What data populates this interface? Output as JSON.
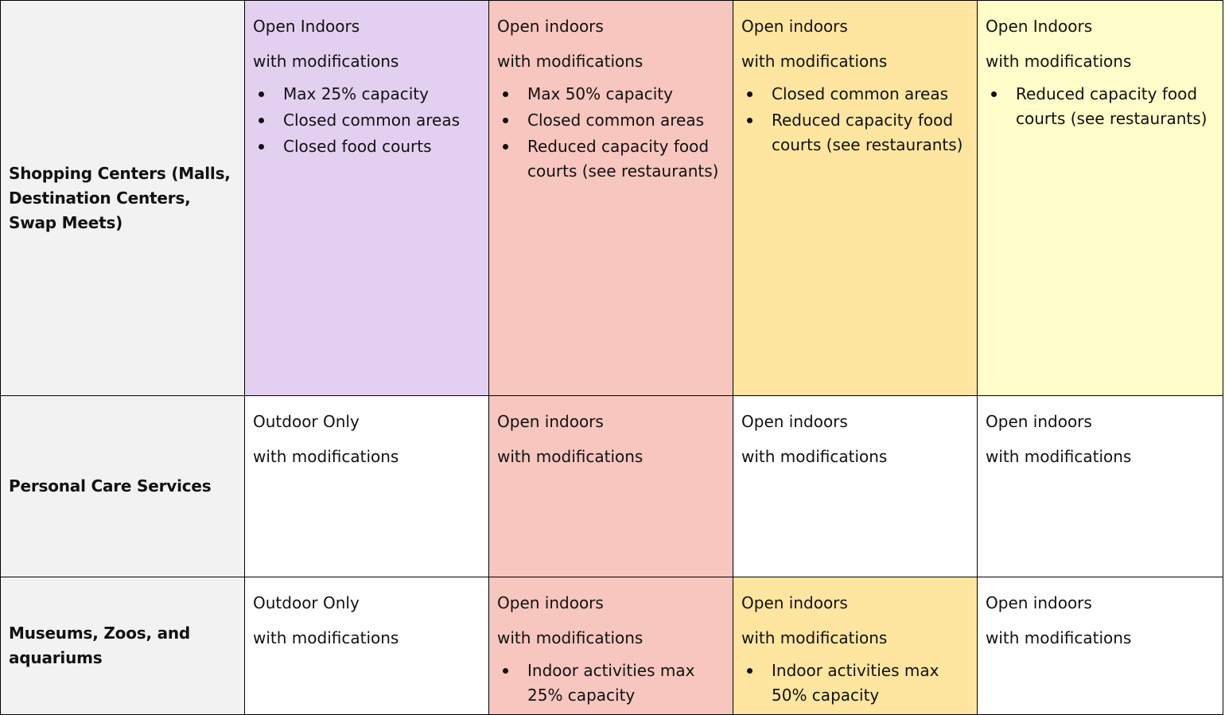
{
  "colors": {
    "purple": "#e3d0f1",
    "red": "#f6c6bf",
    "orange": "#fee5a0",
    "yellow": "#fffdca",
    "white": "#ffffff",
    "header": "#f2f2f2",
    "bar_purple": "#4b2369",
    "bar_red": "#ff0000",
    "bar_orange": "#f3a200",
    "bar_yellow": "#ffee00"
  },
  "rows": [
    {
      "label": "Shopping Centers (Malls, Destination Centers, Swap Meets)",
      "cells": [
        {
          "color": "purple",
          "line1": "Open Indoors",
          "line2": "with modifications",
          "bullets": [
            "Max 25% capacity",
            "Closed common areas",
            "Closed food courts"
          ]
        },
        {
          "color": "red",
          "line1": "Open indoors",
          "line2": "with modifications",
          "bullets": [
            "Max 50% capacity",
            "Closed common areas",
            "Reduced capacity food courts (see restaurants)"
          ]
        },
        {
          "color": "orange",
          "line1": "Open indoors",
          "line2": "with modifications",
          "bullets": [
            "Closed common areas",
            "Reduced capacity food courts (see restaurants)"
          ]
        },
        {
          "color": "yellow",
          "line1": "Open Indoors",
          "line2": "with modifications",
          "bullets": [
            "Reduced capacity food courts (see restaurants)"
          ]
        }
      ]
    },
    {
      "label": "Personal Care Services",
      "cells": [
        {
          "color": "white",
          "line1": "Outdoor Only",
          "line2": "with modifications",
          "bullets": []
        },
        {
          "color": "red",
          "line1": "Open indoors",
          "line2": "with modifications",
          "bullets": []
        },
        {
          "color": "white",
          "line1": "Open indoors",
          "line2": "with modifications",
          "bullets": []
        },
        {
          "color": "white",
          "line1": "Open indoors",
          "line2": "with modifications",
          "bullets": []
        }
      ]
    },
    {
      "label": "Museums, Zoos, and aquariums",
      "cells": [
        {
          "color": "white",
          "line1": "Outdoor Only",
          "line2": "with modifications",
          "bullets": []
        },
        {
          "color": "red",
          "line1": "Open indoors",
          "line2": "with modifications",
          "bullets": [
            "Indoor activities max 25% capacity"
          ]
        },
        {
          "color": "orange",
          "line1": "Open indoors",
          "line2": "with modifications",
          "bullets": [
            "Indoor activities max 50% capacity"
          ]
        },
        {
          "color": "white",
          "line1": "Open indoors",
          "line2": "with modifications",
          "bullets": []
        }
      ]
    }
  ]
}
